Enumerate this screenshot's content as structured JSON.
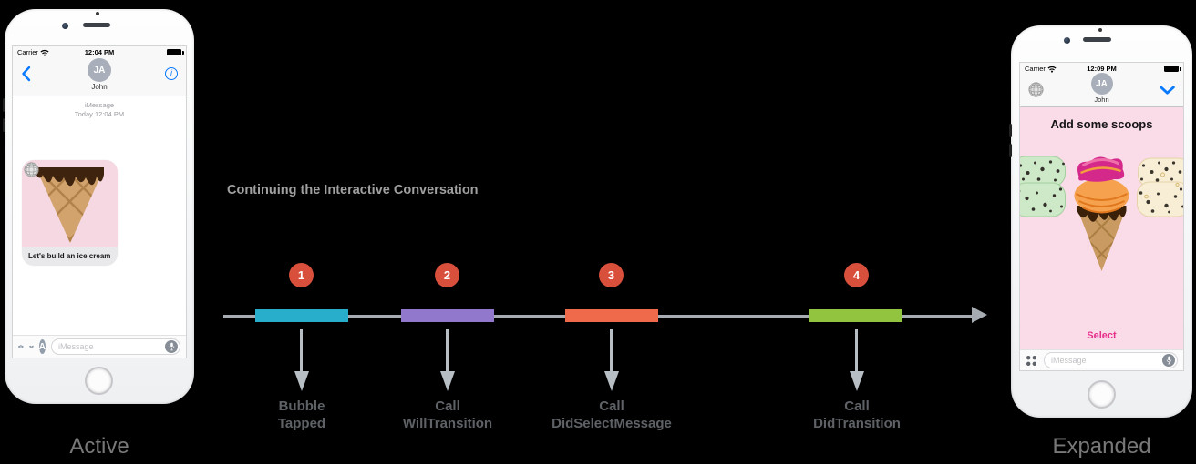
{
  "active_phone": {
    "label": "Active",
    "status_bar": {
      "carrier": "Carrier",
      "time": "12:04 PM"
    },
    "nav_bar": {
      "avatar_initials": "JA",
      "contact_name": "John"
    },
    "conversation": {
      "service_label": "iMessage",
      "timestamp": "Today 12:04 PM",
      "message_caption": "Let's build an ice cream"
    },
    "composer": {
      "placeholder": "iMessage"
    }
  },
  "timeline": {
    "title": "Continuing the Interactive Conversation",
    "badge_color": "#D8503C",
    "axis_color": "#A6ACB2",
    "arrow_color": "#B7BFC5",
    "steps": [
      {
        "number": "1",
        "color": "#28ADCB",
        "label": [
          "Bubble",
          "Tapped"
        ]
      },
      {
        "number": "2",
        "color": "#9278CD",
        "label": [
          "Call",
          "WillTransition"
        ]
      },
      {
        "number": "3",
        "color": "#EE6A4B",
        "label": [
          "Call",
          "DidSelectMessage"
        ]
      },
      {
        "number": "4",
        "color": "#93C440",
        "label": [
          "Call",
          "DidTransition"
        ]
      }
    ]
  },
  "expanded_phone": {
    "label": "Expanded",
    "status_bar": {
      "carrier": "Carrier",
      "time": "12:09 PM"
    },
    "nav_bar": {
      "avatar_initials": "JA",
      "contact_name": "John"
    },
    "sheet": {
      "title": "Add some scoops",
      "select_label": "Select",
      "select_color": "#E62E8B"
    },
    "composer": {
      "placeholder": "iMessage"
    }
  }
}
